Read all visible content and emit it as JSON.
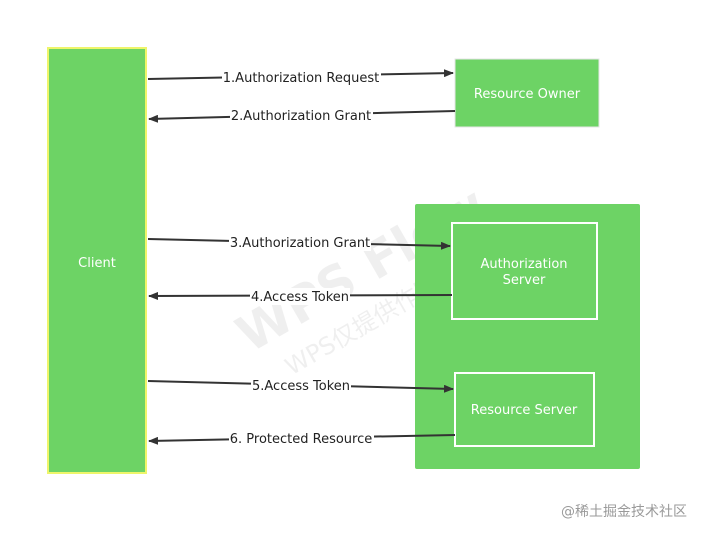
{
  "nodes": {
    "client": {
      "label": "Client"
    },
    "resource_owner": {
      "label": "Resource Owner"
    },
    "authorization_server": {
      "label_line1": "Authorization",
      "label_line2": "Server"
    },
    "resource_server": {
      "label": "Resource Server"
    }
  },
  "arrows": [
    {
      "label": "1.Authorization Request",
      "direction": "right"
    },
    {
      "label": "2.Authorization Grant",
      "direction": "left"
    },
    {
      "label": "3.Authorization Grant",
      "direction": "right"
    },
    {
      "label": "4.Access Token",
      "direction": "left"
    },
    {
      "label": "5.Access Token",
      "direction": "right"
    },
    {
      "label": "6. Protected Resource",
      "direction": "left"
    }
  ],
  "watermark": {
    "line1": "WPS Flow",
    "line2": "WPS仅提供作图能力"
  },
  "credit": "@稀土掘金技术社区",
  "colors": {
    "node_fill": "#6dd365",
    "client_border": "#eef56a",
    "inner_border": "#ffffff",
    "arrow": "#333333"
  }
}
